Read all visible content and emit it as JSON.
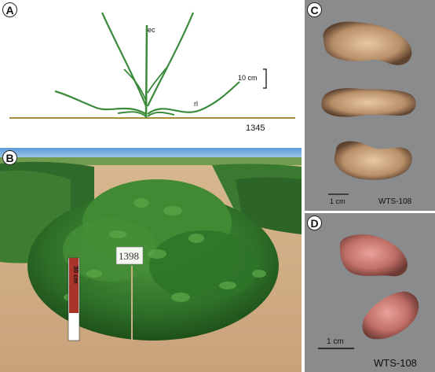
{
  "figure": {
    "panel_a": {
      "label": "A",
      "stem_label": "ec",
      "branch_label": "rl",
      "scale_label": "10 cm",
      "accession": "1345"
    },
    "panel_b": {
      "label": "B",
      "ruler_label": "30 cm",
      "plot_tag": "1398"
    },
    "panel_c": {
      "label": "C",
      "scale_label": "1 cm",
      "accession": "WTS-108"
    },
    "panel_d": {
      "label": "D",
      "scale_label": "1 cm",
      "accession": "WTS-108"
    }
  },
  "colors": {
    "plant_green": "#3a8a3a",
    "ground_line": "#a88c3a",
    "gray_bg": "#8a8b8d"
  }
}
